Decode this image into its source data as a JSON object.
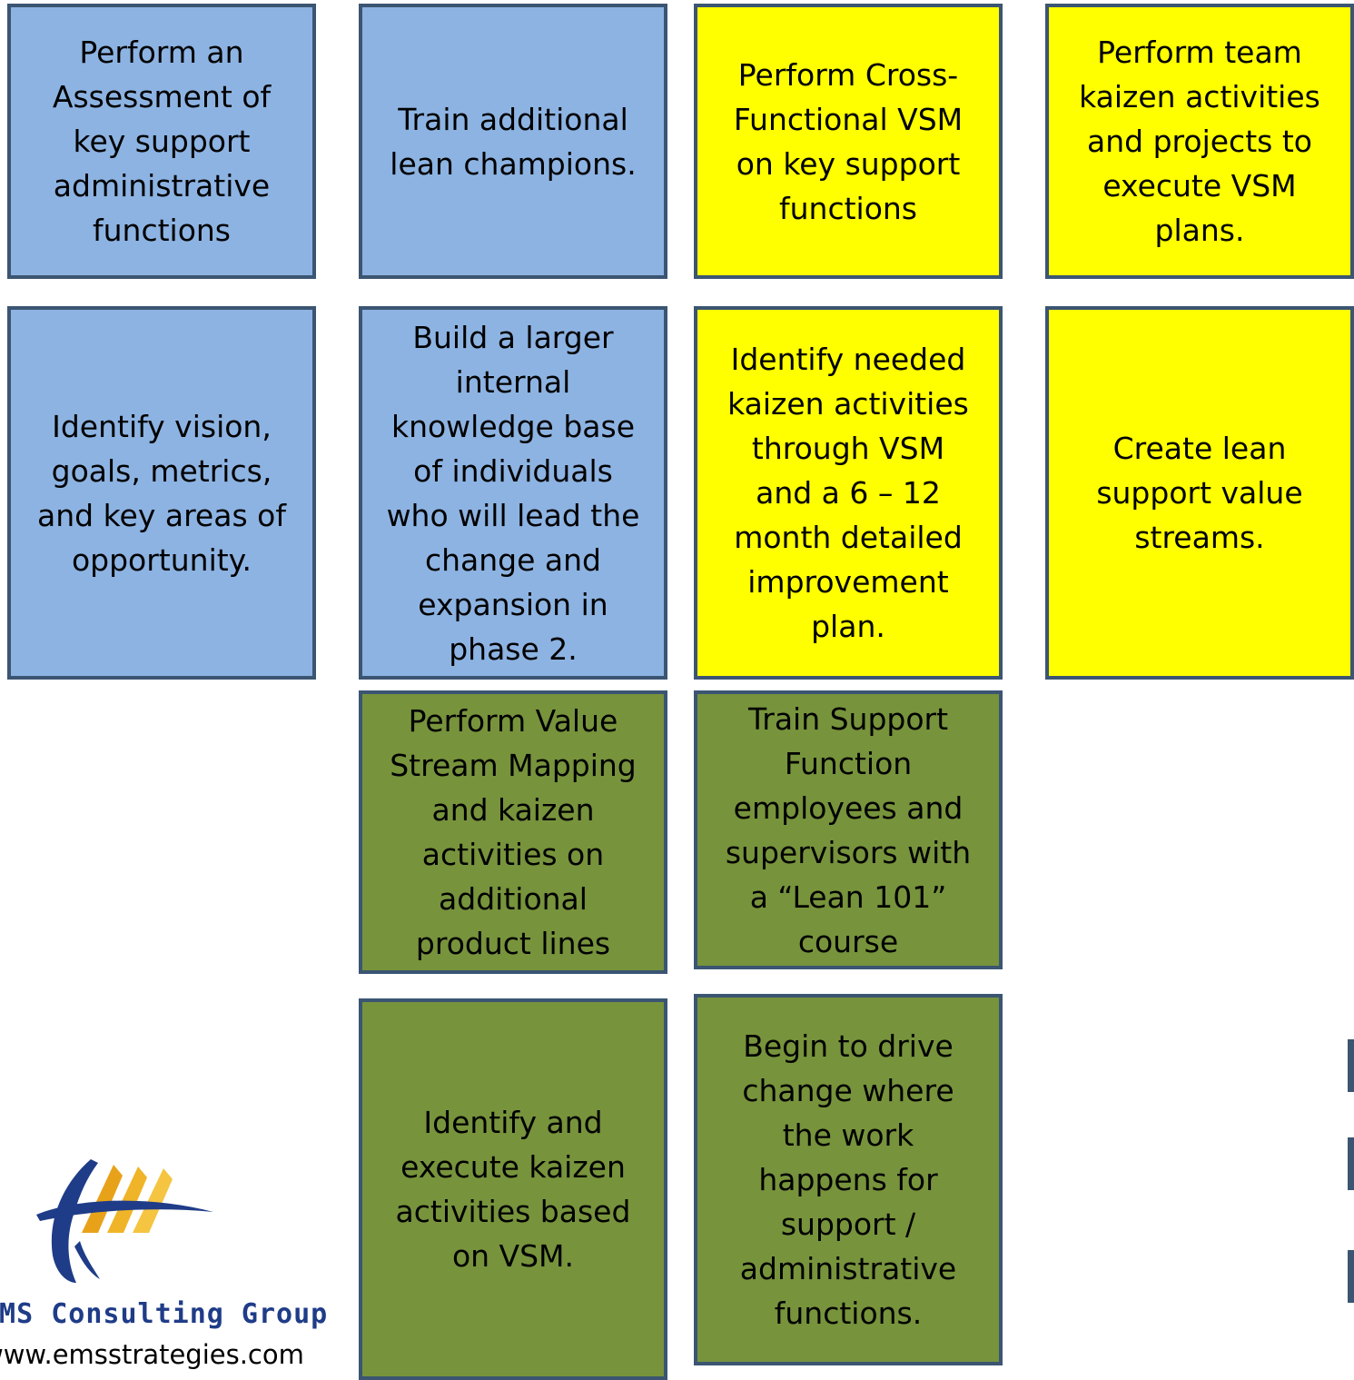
{
  "colors": {
    "phase1": "#8db3e2",
    "phase2": "#ffff00",
    "phase3": "#77933c",
    "border": "#3b5572"
  },
  "boxes": {
    "assessment": "Perform an\nAssessment of\nkey support\nadministrative\nfunctions",
    "train_champions": "Train additional\nlean champions.",
    "cross_functional_vsm": "Perform Cross-\nFunctional VSM\non key support\nfunctions",
    "team_kaizen": "Perform team\nkaizen activities\nand projects to\nexecute VSM\nplans.",
    "identify_vision": "Identify vision,\ngoals, metrics,\nand key areas of\nopportunity.",
    "knowledge_base": "Build a larger\ninternal\nknowledge base\nof individuals\nwho will lead the\nchange and\nexpansion in\nphase 2.",
    "identify_kaizen_plan": "Identify needed\nkaizen activities\nthrough VSM\nand a 6 – 12\nmonth detailed\nimprovement\nplan.",
    "lean_value_streams": "Create lean\nsupport value\nstreams.",
    "vsm_product_lines": "Perform Value\nStream Mapping\nand kaizen\nactivities on\nadditional\nproduct lines",
    "lean_101": "Train Support\nFunction\nemployees and\nsupervisors with\na “Lean 101”\ncourse",
    "execute_kaizen": "Identify and\nexecute kaizen\nactivities based\non VSM.",
    "drive_change": "Begin to drive\nchange where\nthe work\nhappens for\nsupport /\nadministrative\nfunctions."
  },
  "logo": {
    "company": "EMS Consulting Group",
    "url": "www.emsstrategies.com"
  }
}
